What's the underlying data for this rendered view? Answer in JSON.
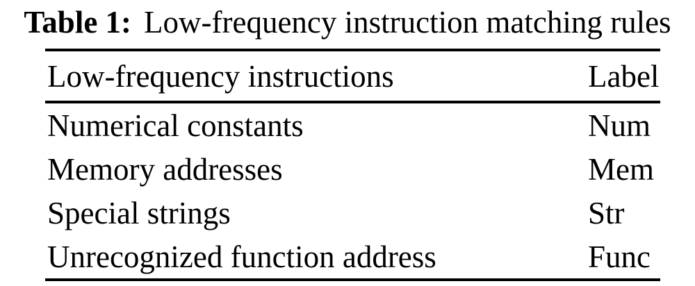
{
  "caption": {
    "prefix": "Table 1:",
    "text": "Low-frequency instruction matching rules"
  },
  "table": {
    "columns": [
      "Low-frequency instructions",
      "Label"
    ],
    "rows": [
      {
        "instruction": "Numerical constants",
        "label": "Num"
      },
      {
        "instruction": "Memory addresses",
        "label": "Mem"
      },
      {
        "instruction": "Special strings",
        "label": "Str"
      },
      {
        "instruction": "Unrecognized function address",
        "label": "Func"
      }
    ]
  },
  "colors": {
    "text": "#000000",
    "background": "#ffffff",
    "rule": "#000000"
  }
}
